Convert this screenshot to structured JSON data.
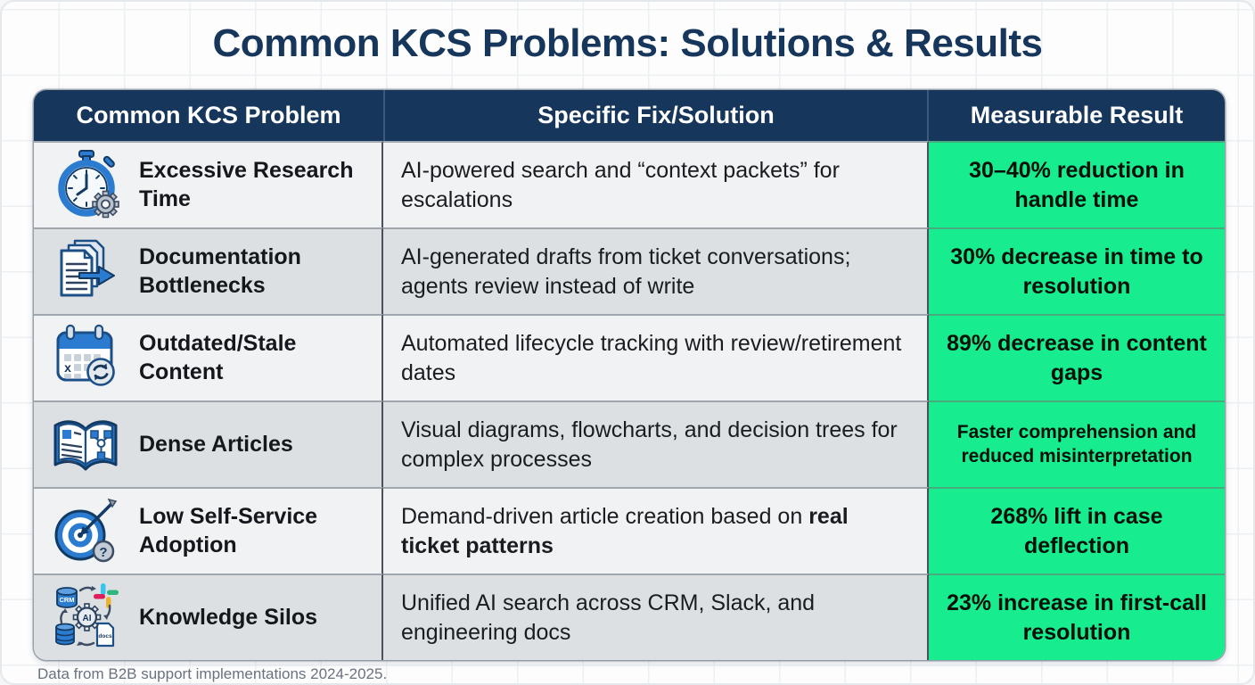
{
  "page": {
    "title": "Common KCS Problems: Solutions & Results",
    "footnote": "Data from B2B support implementations 2024-2025."
  },
  "colors": {
    "title_text": "#16365c",
    "header_bg": "#16365c",
    "result_green": "#17ec8f",
    "row_light": "#f1f2f4",
    "row_dark": "#dde0e3",
    "icon_blue": "#2b7bd0"
  },
  "chart_data": {
    "type": "table",
    "title": "Common KCS Problems: Solutions & Results",
    "columns": [
      "Common KCS Problem",
      "Specific Fix/Solution",
      "Measurable Result"
    ],
    "footnote": "Data from B2B support implementations 2024-2025.",
    "rows": [
      {
        "icon": "stopwatch-gear-icon",
        "problem": "Excessive Research Time",
        "fix": "AI-powered search and “context packets” for escalations",
        "result": "30–40% reduction in handle time"
      },
      {
        "icon": "documents-arrow-icon",
        "problem": "Documentation Bottlenecks",
        "fix": "AI-generated drafts from ticket conversations; agents review instead of write",
        "result": "30% decrease in time to resolution"
      },
      {
        "icon": "calendar-refresh-icon",
        "problem": "Outdated/Stale Content",
        "fix": "Automated lifecycle tracking with review/retirement dates",
        "result": "89% decrease in content gaps",
        "icon_labels": {
          "x": "x"
        }
      },
      {
        "icon": "book-flowchart-icon",
        "problem": "Dense Articles",
        "fix": "Visual diagrams, flowcharts, and decision trees for complex processes",
        "result": "Faster comprehension and reduced misinterpretation"
      },
      {
        "icon": "target-arrow-icon",
        "problem": "Low Self-Service Adoption",
        "fix": "Demand-driven article creation based on real ticket patterns",
        "fix_normal": "Demand-driven article creation based on ",
        "fix_bold": "real ticket patterns",
        "result": "268% lift in case deflection",
        "icon_labels": {
          "question": "?"
        }
      },
      {
        "icon": "knowledge-cycle-icon",
        "problem": "Knowledge Silos",
        "fix": "Unified AI search across CRM, Slack, and engineering docs",
        "result": "23% increase in first-call resolution",
        "icon_labels": {
          "crm": "CRM",
          "ai": "AI",
          "docs": "docs"
        }
      }
    ]
  }
}
